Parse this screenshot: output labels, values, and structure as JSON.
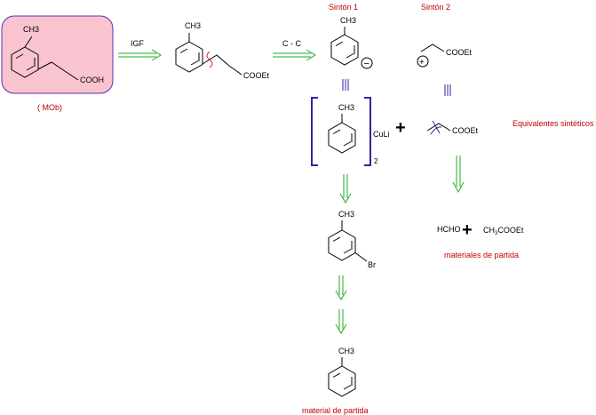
{
  "colors": {
    "target_fill": "#f9c4cf",
    "target_stroke": "#5b2fb0",
    "arrow": "#22aa22",
    "label_red": "#c00000",
    "bracket": "#3b1f9e",
    "disconnection": "#e02020"
  },
  "target": {
    "methyl": "CH3",
    "acid": "COOH",
    "caption": "( MOb)"
  },
  "step_igf": {
    "label": "IGF",
    "methyl": "CH3",
    "ester": "COOEt"
  },
  "step_cc": {
    "label": "C - C"
  },
  "synthons": {
    "synthon1_title": "Sintón 1",
    "synthon1_methyl": "CH3",
    "synthon1_charge": "−",
    "synthon2_title": "Sintón 2",
    "synthon2_charge": "+",
    "synthon2_ester": "COOEt"
  },
  "equivalents": {
    "title": "Equivalentes sintéticos",
    "cuprate_methyl": "CH3",
    "cuprate_metal": "CuLi",
    "cuprate_count": "2",
    "plus": "+",
    "ester": "COOEt"
  },
  "bromide": {
    "methyl": "CH3",
    "halogen": "Br"
  },
  "starting_materials": {
    "formaldehyde": "HCHO",
    "plus": "+",
    "acetate_prefix": "CH",
    "acetate_sub": "3",
    "acetate_suffix": "COOEt",
    "caption": "materiales de partida"
  },
  "toluene": {
    "methyl": "CH3",
    "caption": "material de partida"
  }
}
